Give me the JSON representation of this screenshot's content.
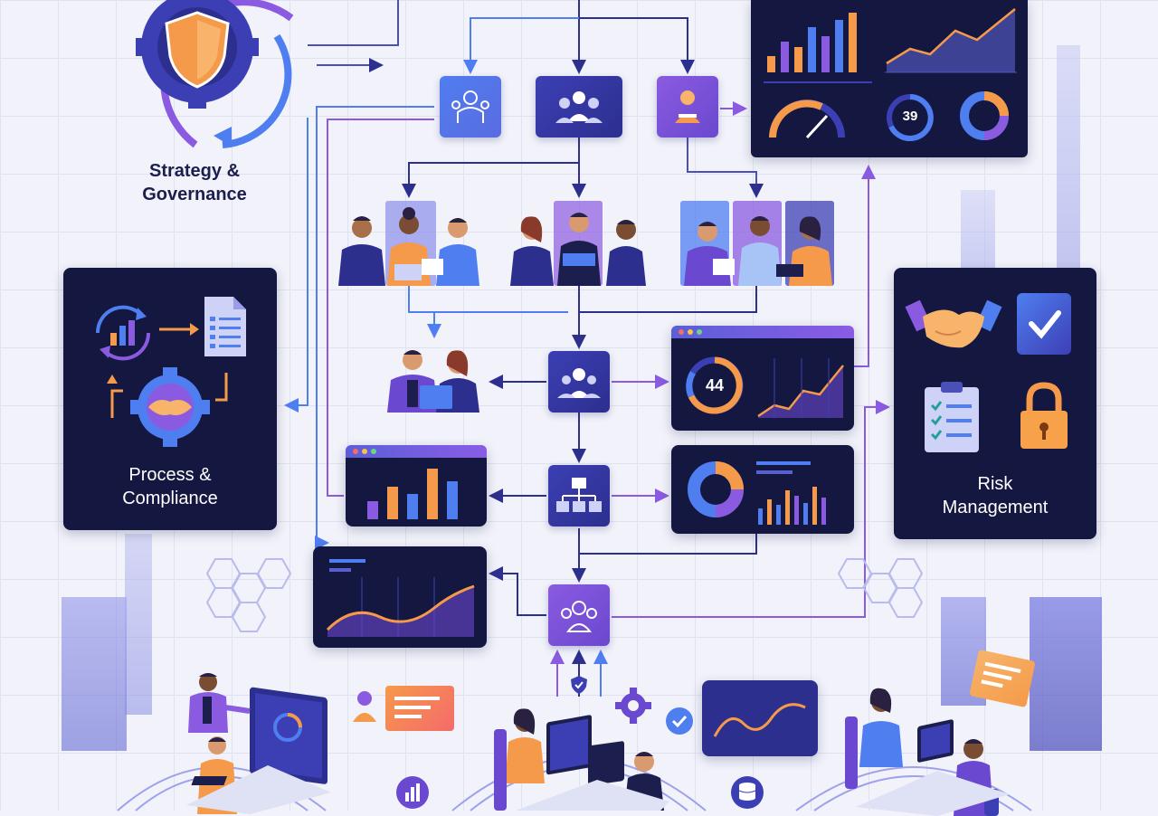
{
  "titles": {
    "strategy": "Strategy &",
    "strategy_line2": "Governance",
    "process": "Process &",
    "process_line2": "Compliance",
    "risk": "Risk",
    "risk_line2": "Management"
  },
  "metrics": {
    "top_gauge_value": "39",
    "mid_gauge_value": "44"
  },
  "colors": {
    "navy": "#141740",
    "accent_blue": "#4f7ef0",
    "accent_purple": "#8a5be0",
    "orange": "#f59a4a",
    "line": "#4b4fb8"
  },
  "icons": {
    "gear_shield": "gear-shield-icon",
    "team": "team-icon",
    "handshake": "handshake-icon",
    "lock": "lock-icon",
    "checkmark": "checkmark-icon",
    "clipboard": "clipboard-checklist-icon",
    "document": "document-icon",
    "org_chart": "org-chart-icon"
  }
}
